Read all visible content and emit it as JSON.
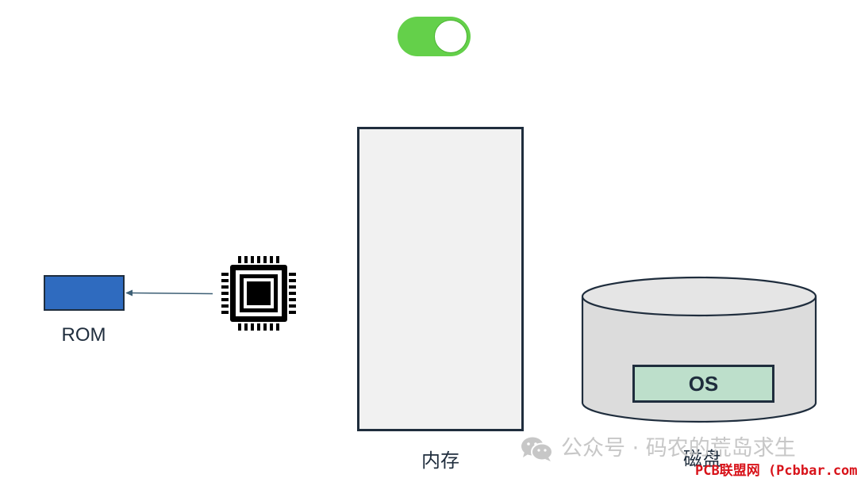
{
  "toggle": {
    "state": "on",
    "color": "#64d04a"
  },
  "rom": {
    "label": "ROM",
    "color": "#2f6bbf"
  },
  "cpu": {
    "icon": "cpu-chip-icon"
  },
  "memory": {
    "label": "内存",
    "color": "#f1f1f1"
  },
  "disk": {
    "label": "磁盘",
    "os_label": "OS",
    "os_color": "#bddfcb",
    "color": "#dcdcdc"
  },
  "watermarks": {
    "wechat_text": "公众号 · 码农的荒岛求生",
    "site_text": "PCB联盟网 (Pcbbar.com)"
  }
}
